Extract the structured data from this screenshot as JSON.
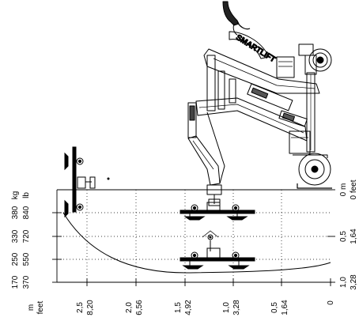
{
  "weight_axis": {
    "kg_label": "kg",
    "lb_label": "lb",
    "rows": [
      {
        "kg": "380",
        "lb": "840"
      },
      {
        "kg": "330",
        "lb": "720"
      },
      {
        "kg": "250",
        "lb": "550"
      },
      {
        "kg": "170",
        "lb": "370"
      }
    ]
  },
  "height_axis": {
    "ticks": [
      {
        "m": "0 m",
        "ft": "0 feet"
      },
      {
        "m": "0,5",
        "ft": "1,64"
      },
      {
        "m": "1,0",
        "ft": "3,28"
      }
    ]
  },
  "reach_axis": {
    "unit_m": "m",
    "unit_ft": "feet",
    "ticks": [
      {
        "m": "2,5",
        "ft": "8,20"
      },
      {
        "m": "2,0",
        "ft": "6,56"
      },
      {
        "m": "1,5",
        "ft": "4,92"
      },
      {
        "m": "1,0",
        "ft": "3,28"
      },
      {
        "m": "0,5",
        "ft": "1,64"
      },
      {
        "m": "0",
        "ft": ""
      }
    ]
  },
  "machine": {
    "brand_text": "SMARTLIFT"
  }
}
